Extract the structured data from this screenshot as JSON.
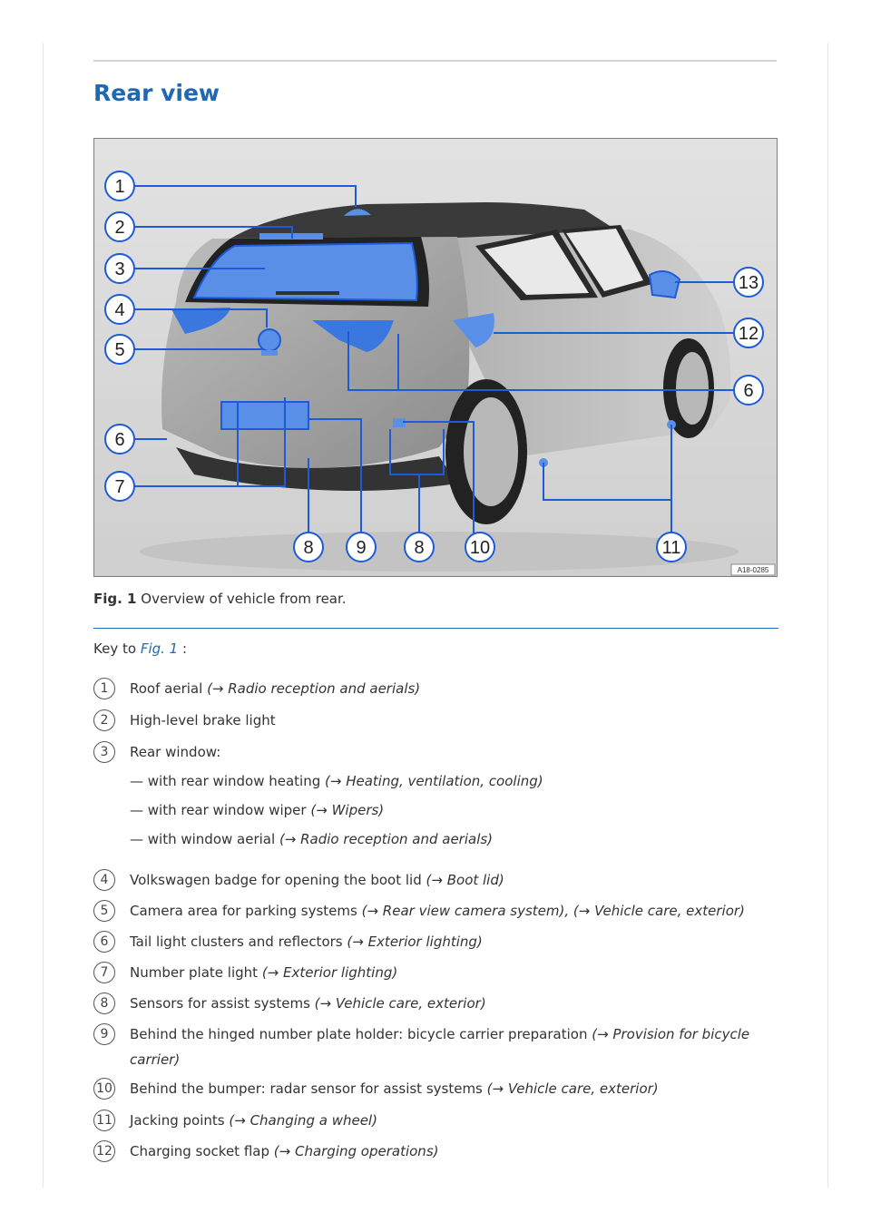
{
  "title": "Rear view",
  "figure": {
    "code": "A18-0285",
    "callouts": [
      "1",
      "2",
      "3",
      "4",
      "5",
      "6",
      "7",
      "8",
      "9",
      "8",
      "10",
      "11",
      "12",
      "6",
      "13"
    ]
  },
  "caption": {
    "label": "Fig. 1",
    "text": "Overview of vehicle from rear."
  },
  "key": {
    "prefix": "Key to",
    "link": "Fig. 1",
    "suffix": ":"
  },
  "items": [
    {
      "num": "1",
      "text": "Roof aerial",
      "ref": "(→ Radio reception and aerials)"
    },
    {
      "num": "2",
      "text": "High-level brake light",
      "ref": ""
    },
    {
      "num": "3",
      "text": "Rear window:",
      "ref": ""
    },
    {
      "num": "4",
      "text": "Volkswagen badge for opening the boot lid",
      "ref": "(→ Boot lid)"
    },
    {
      "num": "5",
      "text": "Camera area for parking systems",
      "ref": "(→ Rear view camera system), (→ Vehicle care, exterior)"
    },
    {
      "num": "6",
      "text": "Tail light clusters and reflectors",
      "ref": "(→ Exterior lighting)"
    },
    {
      "num": "7",
      "text": "Number plate light",
      "ref": "(→ Exterior lighting)"
    },
    {
      "num": "8",
      "text": "Sensors for assist systems",
      "ref": "(→ Vehicle care, exterior)"
    },
    {
      "num": "9",
      "text": "Behind the hinged number plate holder: bicycle carrier preparation",
      "ref": "(→ Provision for bicycle carrier)"
    },
    {
      "num": "10",
      "text": "Behind the bumper: radar sensor for assist systems",
      "ref": "(→ Vehicle care, exterior)"
    },
    {
      "num": "11",
      "text": "Jacking points",
      "ref": "(→ Changing a wheel)"
    },
    {
      "num": "12",
      "text": "Charging socket flap",
      "ref": "(→ Charging operations)"
    }
  ],
  "subitems": [
    {
      "text": "— with rear window heating",
      "ref": "(→ Heating, ventilation, cooling)"
    },
    {
      "text": "— with rear window wiper",
      "ref": "(→ Wipers)"
    },
    {
      "text": "— with window aerial",
      "ref": "(→ Radio reception and aerials)"
    }
  ]
}
